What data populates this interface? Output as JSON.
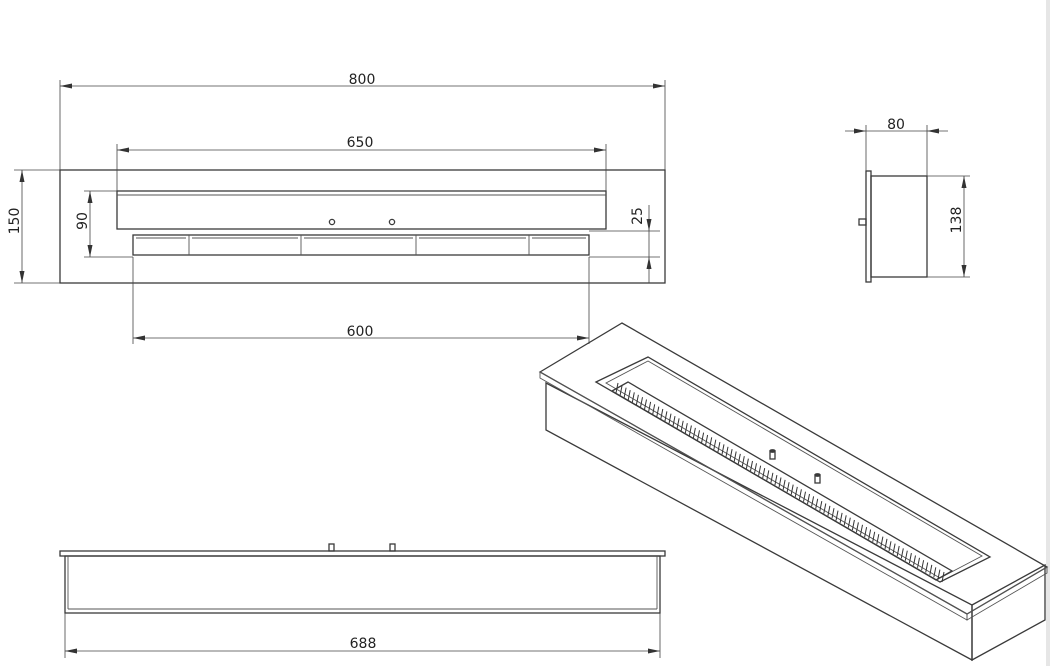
{
  "dimensions": {
    "front_overall_width": "800",
    "front_inner_width": "650",
    "front_height": "150",
    "front_inner_height": "90",
    "front_slot_height": "25",
    "front_bottom_width": "600",
    "side_depth": "80",
    "side_height": "138",
    "bottom_width": "688"
  },
  "colors": {
    "line": "#3a3a3a",
    "background": "#ffffff"
  }
}
